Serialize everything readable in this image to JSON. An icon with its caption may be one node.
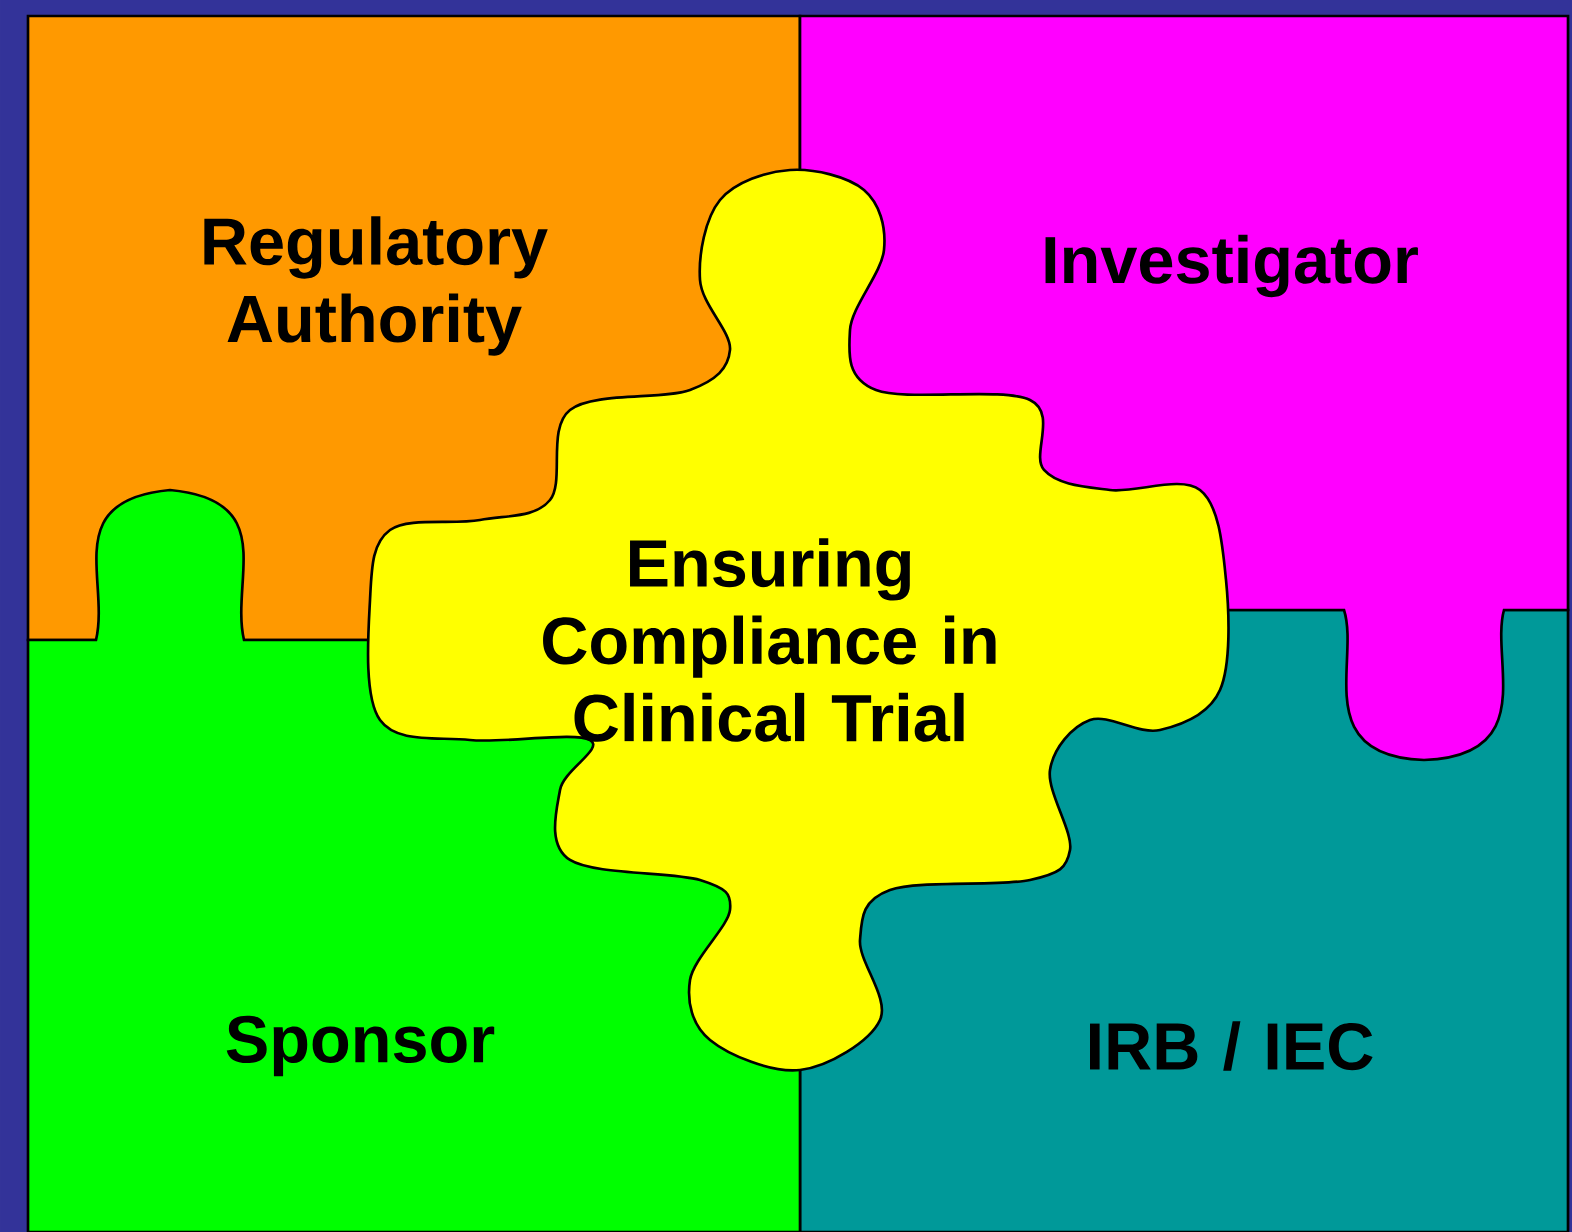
{
  "diagram": {
    "nodes": [
      {
        "text": [
          "Regulatory Authority"
        ]
      },
      {
        "text": [
          "Investigator"
        ]
      },
      {
        "text": [
          "Ensuring Compliance in Clinical Trial"
        ]
      },
      {
        "text": [
          "Sponsor"
        ]
      },
      {
        "text": [
          "IRB / IEC"
        ]
      }
    ]
  }
}
